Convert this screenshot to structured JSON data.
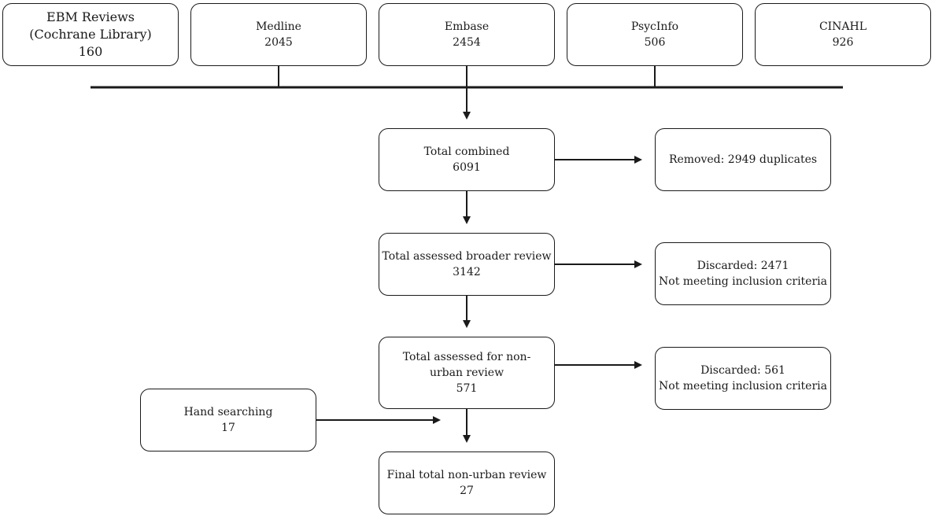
{
  "sources": [
    {
      "label": "EBM Reviews (Cochrane Library)",
      "count": "160"
    },
    {
      "label": "Medline",
      "count": "2045"
    },
    {
      "label": "Embase",
      "count": "2454"
    },
    {
      "label": "PsycInfo",
      "count": "506"
    },
    {
      "label": "CINAHL",
      "count": "926"
    }
  ],
  "flow": {
    "combined": {
      "label": "Total combined",
      "count": "6091"
    },
    "removed": {
      "text": "Removed: 2949 duplicates"
    },
    "broader": {
      "label": "Total assessed broader review",
      "count": "3142"
    },
    "discarded1": {
      "label": "Discarded: 2471",
      "note": "Not meeting inclusion criteria"
    },
    "nonurban": {
      "label": "Total assessed for non-urban review",
      "count": "571"
    },
    "discarded2": {
      "label": "Discarded: 561",
      "note": "Not meeting inclusion criteria"
    },
    "hand": {
      "label": "Hand searching",
      "count": "17"
    },
    "final": {
      "label": "Final total non-urban review",
      "count": "27"
    }
  },
  "colors": {
    "stroke": "#1a1a1a",
    "background": "#ffffff"
  }
}
